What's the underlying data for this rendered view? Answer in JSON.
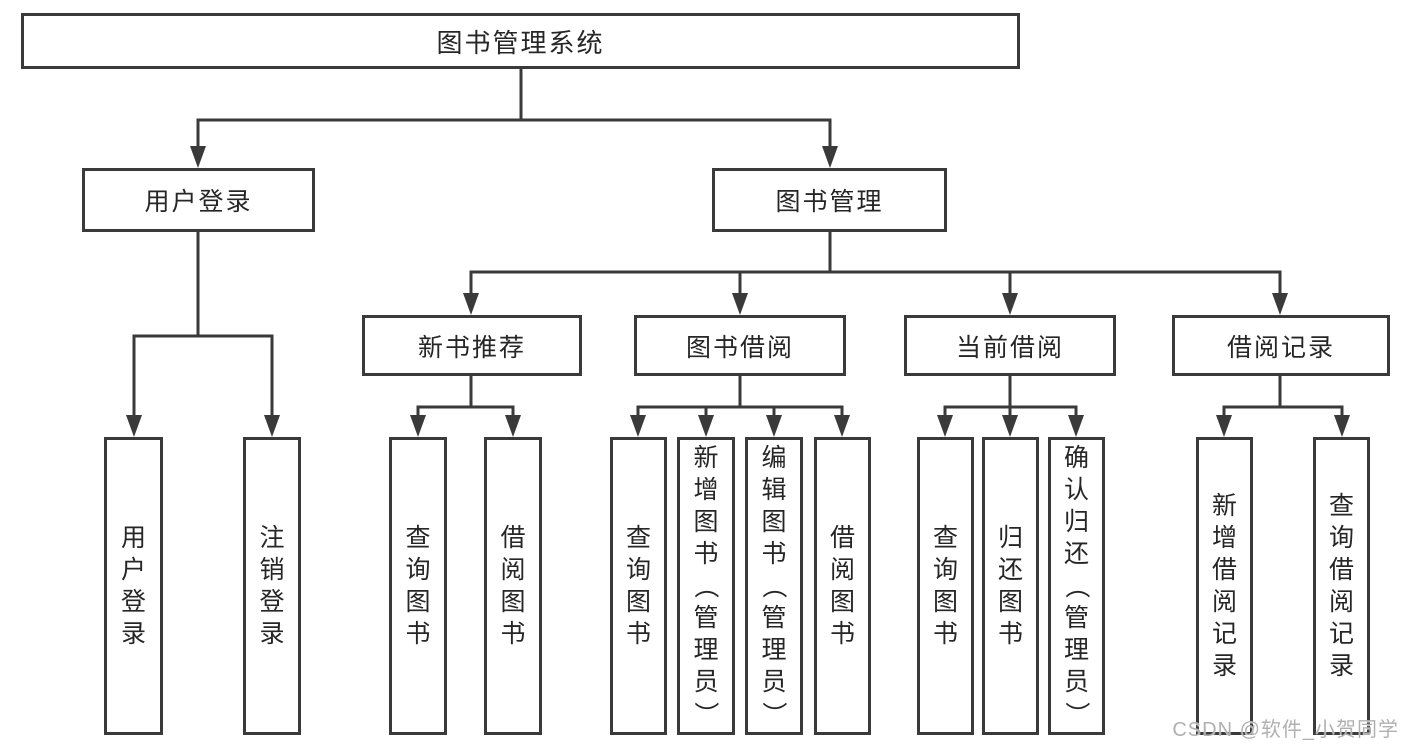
{
  "diagram_title": "图书管理系统",
  "nodes": {
    "root": "图书管理系统",
    "user_login": "用户登录",
    "book_mgmt": "图书管理",
    "new_books": "新书推荐",
    "book_borrow": "图书借阅",
    "current_borrow": "当前借阅",
    "borrow_records": "借阅记录",
    "ul_user_login": "用户登录",
    "ul_logout": "注销登录",
    "nb_query_books": "查询图书",
    "nb_borrow_books": "借阅图书",
    "bb_query_books": "查询图书",
    "bb_add_books": "新增图书（管理员）",
    "bb_edit_books": "编辑图书（管理员）",
    "bb_borrow_books": "借阅图书",
    "cb_query_books": "查询图书",
    "cb_return_books": "归还图书",
    "cb_confirm_return": "确认归还（管理员）",
    "br_add_record": "新增借阅记录",
    "br_query_record": "查询借阅记录"
  },
  "hierarchy": {
    "图书管理系统": [
      "用户登录",
      "图书管理"
    ],
    "用户登录": [
      "用户登录",
      "注销登录"
    ],
    "图书管理": [
      "新书推荐",
      "图书借阅",
      "当前借阅",
      "借阅记录"
    ],
    "新书推荐": [
      "查询图书",
      "借阅图书"
    ],
    "图书借阅": [
      "查询图书",
      "新增图书（管理员）",
      "编辑图书（管理员）",
      "借阅图书"
    ],
    "当前借阅": [
      "查询图书",
      "归还图书",
      "确认归还（管理员）"
    ],
    "借阅记录": [
      "新增借阅记录",
      "查询借阅记录"
    ]
  },
  "watermark": "CSDN @软件_小贺同学",
  "colors": {
    "line": "#3a3a3a",
    "text": "#262626",
    "watermark": "#b0b0b0",
    "background": "#ffffff"
  }
}
